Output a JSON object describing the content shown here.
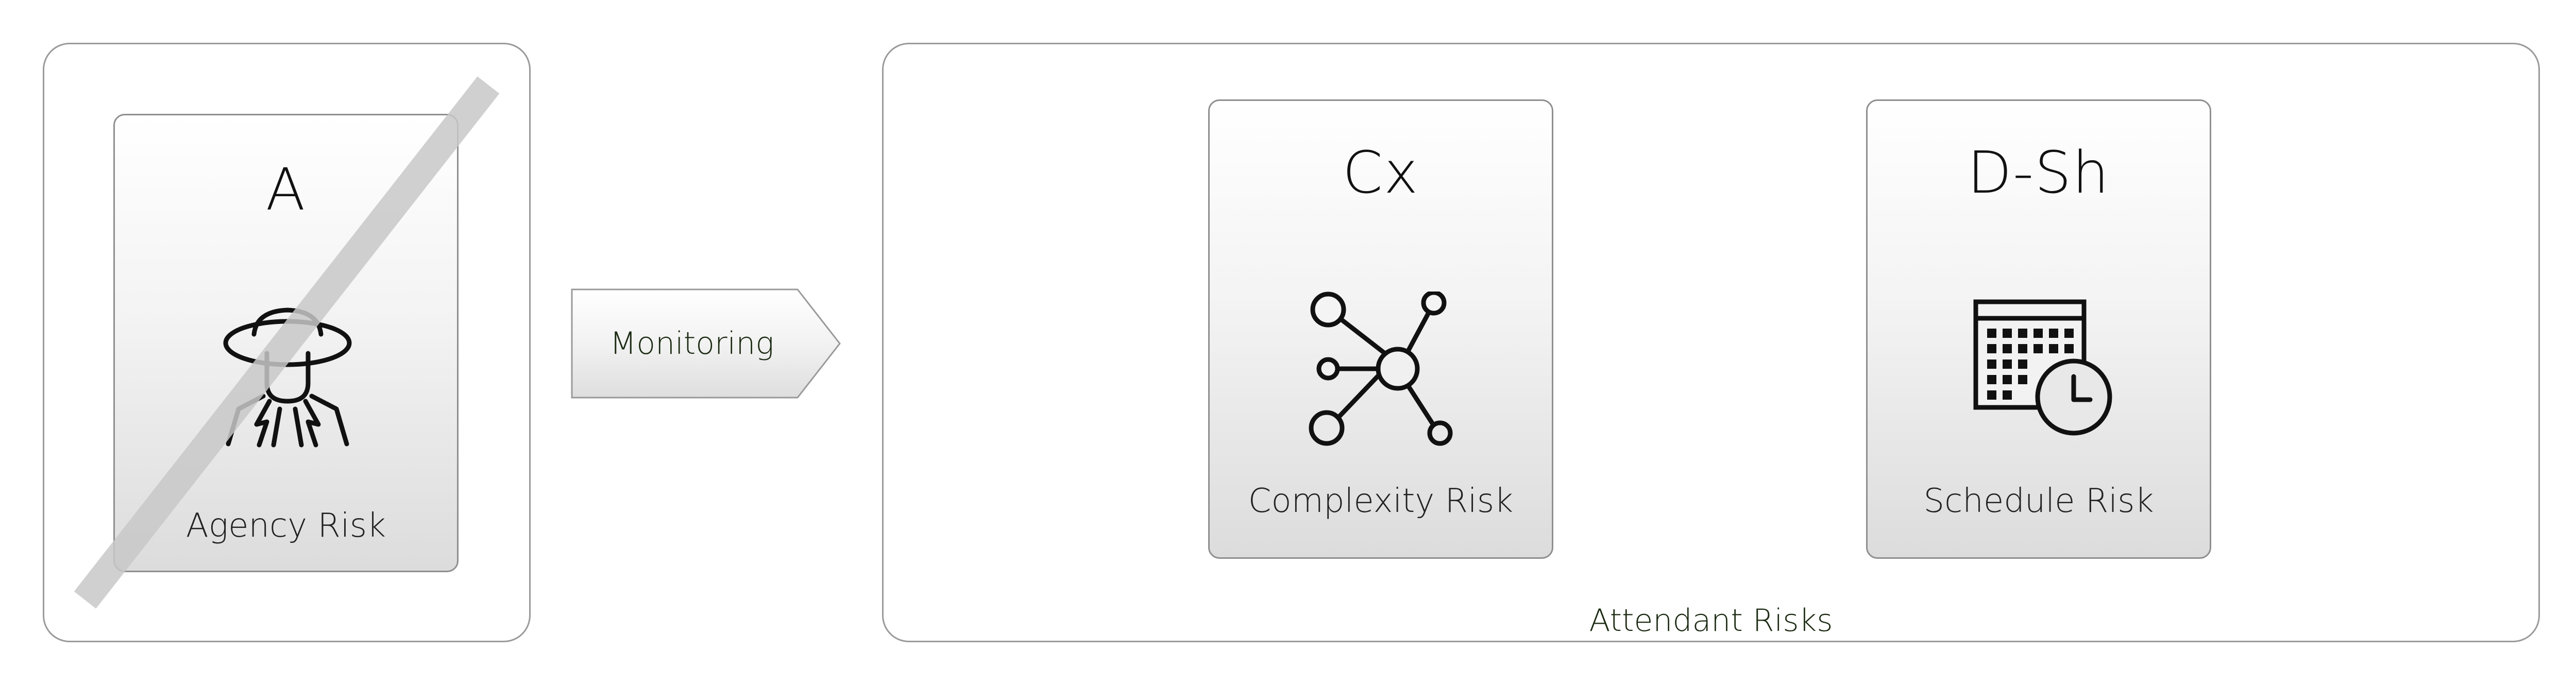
{
  "diagram": {
    "left_panel": {
      "card": {
        "code": "A",
        "label": "Agency Risk",
        "icon": "spy-icon",
        "crossed_out": true
      }
    },
    "connector": {
      "label": "Monitoring",
      "shape": "arrow-right"
    },
    "right_panel": {
      "caption": "Attendant Risks",
      "cards": [
        {
          "code": "Cx",
          "label": "Complexity Risk",
          "icon": "network-icon"
        },
        {
          "code": "D-Sh",
          "label": "Schedule Risk",
          "icon": "calendar-clock-icon"
        }
      ]
    }
  },
  "colors": {
    "panel_border": "#9a9a9a",
    "card_border": "#8f8f8f",
    "card_gradient_top": "#ffffff",
    "card_gradient_bottom": "#dcdcdc",
    "strike": "#c8c8c8",
    "caption_text": "#1b2a12"
  }
}
